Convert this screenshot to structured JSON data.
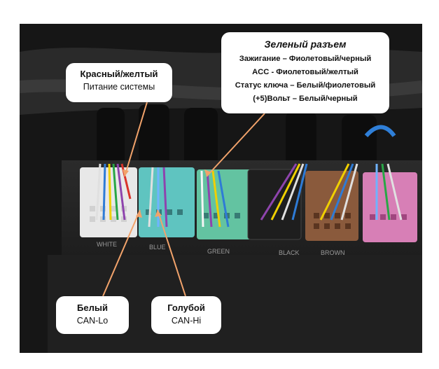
{
  "photo": {
    "connector_labels": [
      "BLACK",
      "GREEN",
      "BROWN",
      "WHITE",
      "BLUE"
    ],
    "colors": {
      "background": "#1a1a1a",
      "white_connector": "#e8e8e8",
      "blue_connector": "#5fc4c0",
      "green_connector": "#63c3a1",
      "black_connector": "#1e1e1e",
      "brown_connector": "#8a5a3c",
      "pink_connector": "#d77fb6",
      "arrow": "#f2a36b"
    }
  },
  "callouts": {
    "green": {
      "title": "Зеленый разъем",
      "lines": [
        "Зажигание – Фиолетовый/черный",
        "ACC - Фиолетовый/желтый",
        "Статус ключа – Белый/фиолетовый",
        "(+5)Вольт – Белый/черный"
      ]
    },
    "red": {
      "title": "Красный/желтый",
      "subtitle": "Питание системы"
    },
    "white": {
      "title": "Белый",
      "subtitle": "CAN-Lo"
    },
    "blue": {
      "title": "Голубой",
      "subtitle": "CAN-Hi"
    }
  }
}
